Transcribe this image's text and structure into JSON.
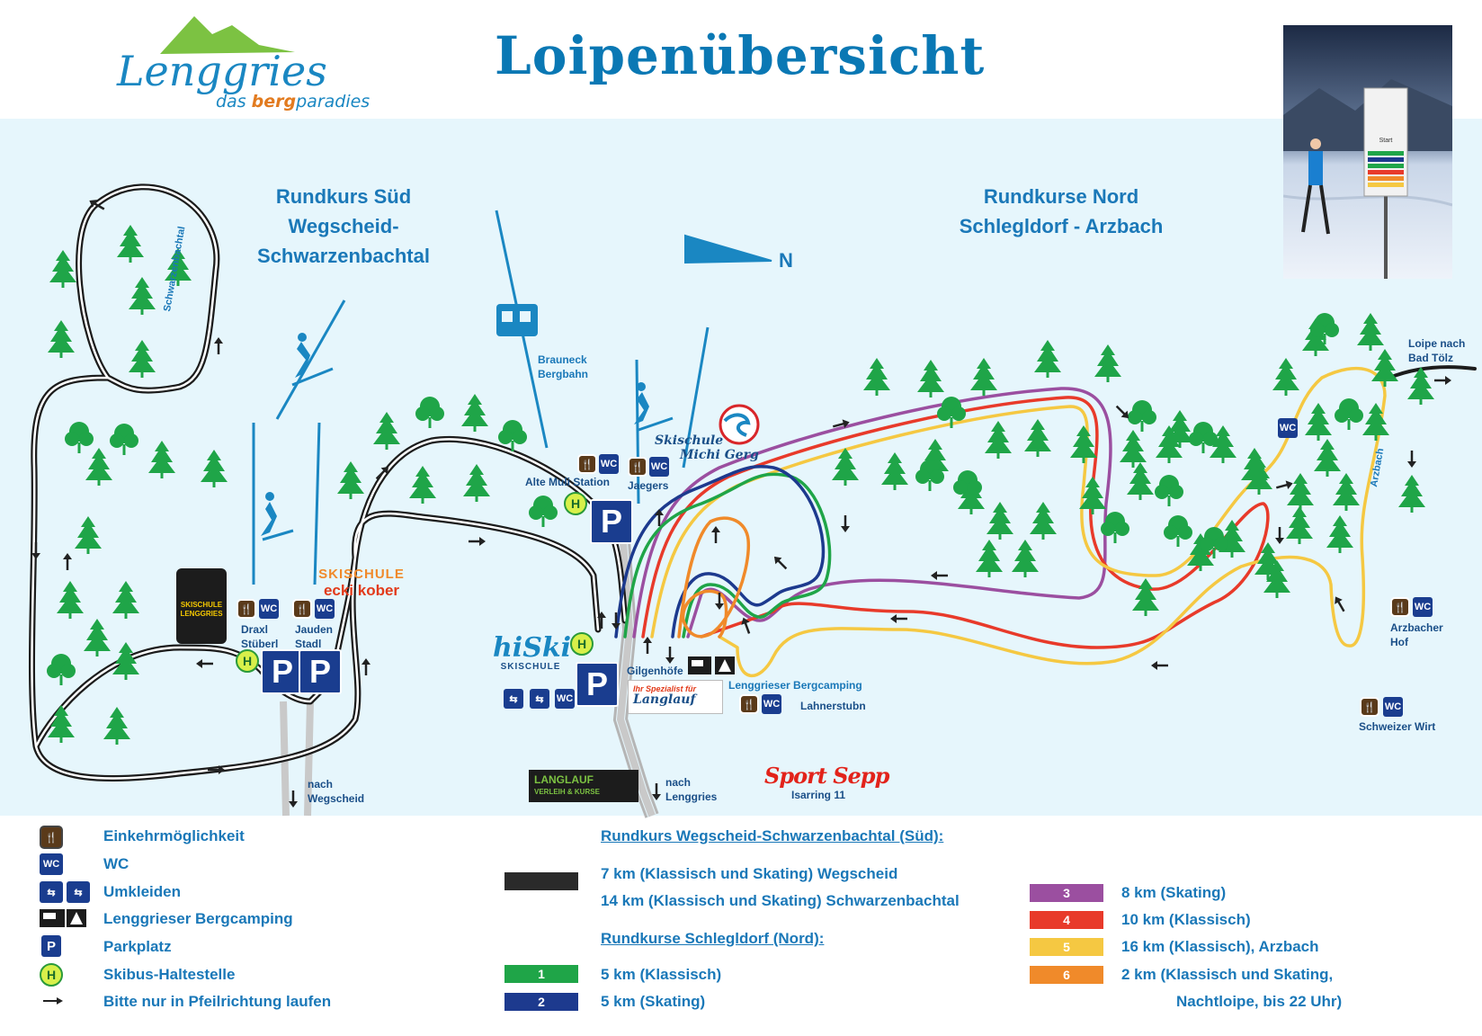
{
  "header": {
    "title": "Loipenübersicht",
    "logo_main": "Lenggries",
    "logo_sub_prefix": "das ",
    "logo_sub_bold": "berg",
    "logo_sub_suffix": "paradies"
  },
  "map": {
    "region_south_title_1": "Rundkurs Süd",
    "region_south_title_2": "Wegscheid-",
    "region_south_title_3": "Schwarzenbachtal",
    "region_north_title_1": "Rundkurse Nord",
    "region_north_title_2": "Schlegldorf - Arzbach",
    "north_arrow_label": "N",
    "label_schwarzenbachtal": "Schwarzenbachtal",
    "label_arzbach": "Arzbach",
    "label_brauneck_1": "Brauneck",
    "label_brauneck_2": "Bergbahn",
    "label_alte_muli": "Alte Muli Station",
    "label_jaegers": "Jaegers",
    "label_skischule_michi_1": "Skischule",
    "label_skischule_michi_2": "Michi Gerg",
    "label_draxl_1": "Draxl",
    "label_draxl_2": "Stüberl",
    "label_jauden_1": "Jauden",
    "label_jauden_2": "Stadl",
    "label_gilgenhoefe": "Gilgenhöfe",
    "label_bergcamping": "Lenggrieser Bergcamping",
    "label_lahnerstubn": "Lahnerstubn",
    "label_nach_wegscheid_1": "nach",
    "label_nach_wegscheid_2": "Wegscheid",
    "label_nach_lenggries_1": "nach",
    "label_nach_lenggries_2": "Lenggries",
    "label_loipe_toelz_1": "Loipe nach",
    "label_loipe_toelz_2": "Bad Tölz",
    "label_arzbacher_1": "Arzbacher",
    "label_arzbacher_2": "Hof",
    "label_schweizer_wirt": "Schweizer Wirt",
    "label_isarring": "Isarring 11",
    "brand_sport_sepp": "Sport Sepp",
    "brand_hiski": "hiSki",
    "brand_hiski_sub": "SKISCHULE",
    "brand_eckikober_1": "SKISCHULE",
    "brand_eckikober_2": "ecki kober",
    "brand_skischule_lenggries_1": "SKISCHULE",
    "brand_skischule_lenggries_2": "LENGGRIES",
    "brand_langlauf_1": "LANGLAUF",
    "brand_langlauf_2": "VERLEIH & KURSE",
    "brand_langlauf_sign_1": "Ihr Spezialist für",
    "brand_langlauf_sign_2": "Langlauf",
    "wc": "WC",
    "parking": "P",
    "bus": "H"
  },
  "photo": {
    "sign_title": "Start"
  },
  "legend": {
    "items": [
      {
        "icon": "restaurant-icon",
        "label": "Einkehrmöglichkeit"
      },
      {
        "icon": "wc-icon",
        "label": "WC"
      },
      {
        "icon": "changing-room-icon",
        "label": "Umkleiden"
      },
      {
        "icon": "camping-icon",
        "label": "Lenggrieser Bergcamping"
      },
      {
        "icon": "parking-icon",
        "label": "Parkplatz"
      },
      {
        "icon": "bus-stop-icon",
        "label": "Skibus-Haltestelle"
      },
      {
        "icon": "arrow-icon",
        "label": "Bitte nur in Pfeilrichtung laufen"
      }
    ],
    "south_heading": "Rundkurs Wegscheid-Schwarzenbachtal (Süd):",
    "south_line_1": "7 km   (Klassisch und Skating) Wegscheid",
    "south_line_2": "14 km (Klassisch und Skating) Schwarzenbachtal",
    "north_heading": "Rundkurse Schlegldorf (Nord):",
    "routes": [
      {
        "num": "1",
        "color": "#1fa548",
        "text": "5 km    (Klassisch)"
      },
      {
        "num": "2",
        "color": "#1d3a8e",
        "text": "5 km    (Skating)"
      },
      {
        "num": "3",
        "color": "#9b4fa0",
        "text": "8 km    (Skating)"
      },
      {
        "num": "4",
        "color": "#e83a2a",
        "text": "10 km (Klassisch)"
      },
      {
        "num": "5",
        "color": "#f5c842",
        "text": "16 km (Klassisch), Arzbach"
      },
      {
        "num": "6",
        "color": "#f08a2a",
        "text": "2 km    (Klassisch und Skating,"
      }
    ],
    "route_6_line_2": "Nachtloipe, bis 22 Uhr)"
  }
}
